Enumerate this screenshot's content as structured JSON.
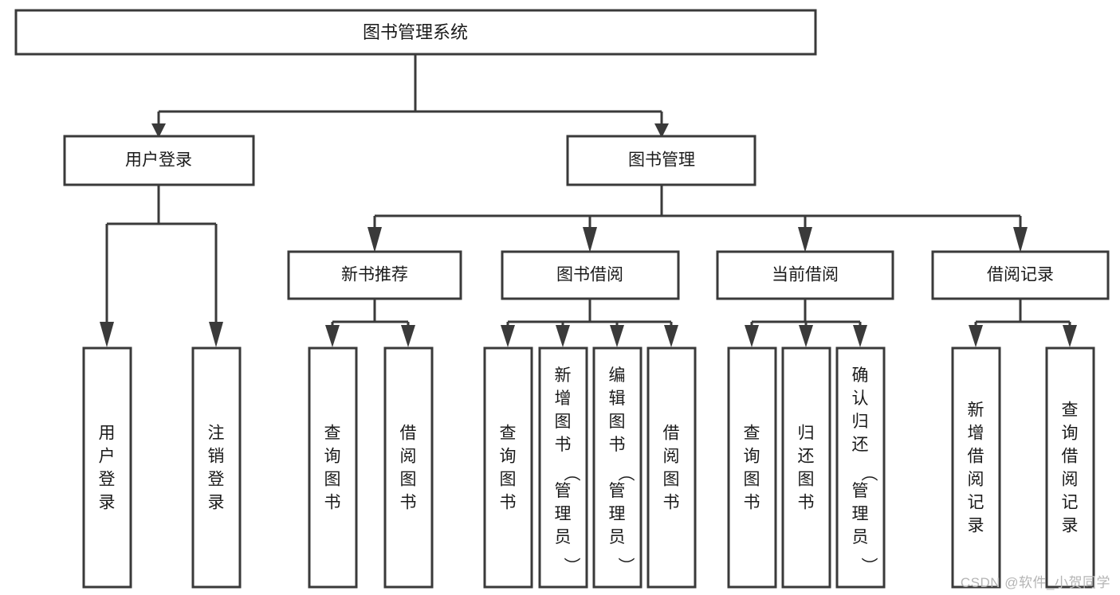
{
  "diagram": {
    "title": "图书管理系统",
    "type": "tree-hierarchy",
    "root": {
      "id": "root",
      "label": "图书管理系统",
      "orientation": "horizontal"
    },
    "level1": [
      {
        "id": "user-login",
        "label": "用户登录",
        "orientation": "horizontal"
      },
      {
        "id": "book-management",
        "label": "图书管理",
        "orientation": "horizontal"
      }
    ],
    "level2": [
      {
        "id": "new-book-recommend",
        "label": "新书推荐",
        "parent": "book-management",
        "orientation": "horizontal"
      },
      {
        "id": "book-borrow",
        "label": "图书借阅",
        "parent": "book-management",
        "orientation": "horizontal"
      },
      {
        "id": "current-borrow",
        "label": "当前借阅",
        "parent": "book-management",
        "orientation": "horizontal"
      },
      {
        "id": "borrow-record",
        "label": "借阅记录",
        "parent": "book-management",
        "orientation": "horizontal"
      }
    ],
    "leaves": [
      {
        "id": "leaf-user-login",
        "label": "用户登录",
        "parent": "user-login",
        "orientation": "vertical"
      },
      {
        "id": "leaf-user-logout",
        "label": "注销登录",
        "parent": "user-login",
        "orientation": "vertical"
      },
      {
        "id": "leaf-query-book-1",
        "label": "查询图书",
        "parent": "new-book-recommend",
        "orientation": "vertical"
      },
      {
        "id": "leaf-borrow-book-1",
        "label": "借阅图书",
        "parent": "new-book-recommend",
        "orientation": "vertical"
      },
      {
        "id": "leaf-query-book-2",
        "label": "查询图书",
        "parent": "book-borrow",
        "orientation": "vertical"
      },
      {
        "id": "leaf-add-book",
        "label": "新增图书（管理员）",
        "parent": "book-borrow",
        "orientation": "vertical"
      },
      {
        "id": "leaf-edit-book",
        "label": "编辑图书（管理员）",
        "parent": "book-borrow",
        "orientation": "vertical"
      },
      {
        "id": "leaf-borrow-book-2",
        "label": "借阅图书",
        "parent": "book-borrow",
        "orientation": "vertical"
      },
      {
        "id": "leaf-query-book-3",
        "label": "查询图书",
        "parent": "current-borrow",
        "orientation": "vertical"
      },
      {
        "id": "leaf-return-book",
        "label": "归还图书",
        "parent": "current-borrow",
        "orientation": "vertical"
      },
      {
        "id": "leaf-confirm-return",
        "label": "确认归还（管理员）",
        "parent": "current-borrow",
        "orientation": "vertical"
      },
      {
        "id": "leaf-add-record",
        "label": "新增借阅记录",
        "parent": "borrow-record",
        "orientation": "vertical"
      },
      {
        "id": "leaf-query-record",
        "label": "查询借阅记录",
        "parent": "borrow-record",
        "orientation": "vertical"
      }
    ],
    "colors": {
      "stroke": "#3a3a3a",
      "fill": "#ffffff",
      "text": "#1a1a1a",
      "background": "#ffffff",
      "watermark": "#b4b4b4"
    }
  },
  "watermark": {
    "text": "CSDN @软件_小贺同学"
  }
}
